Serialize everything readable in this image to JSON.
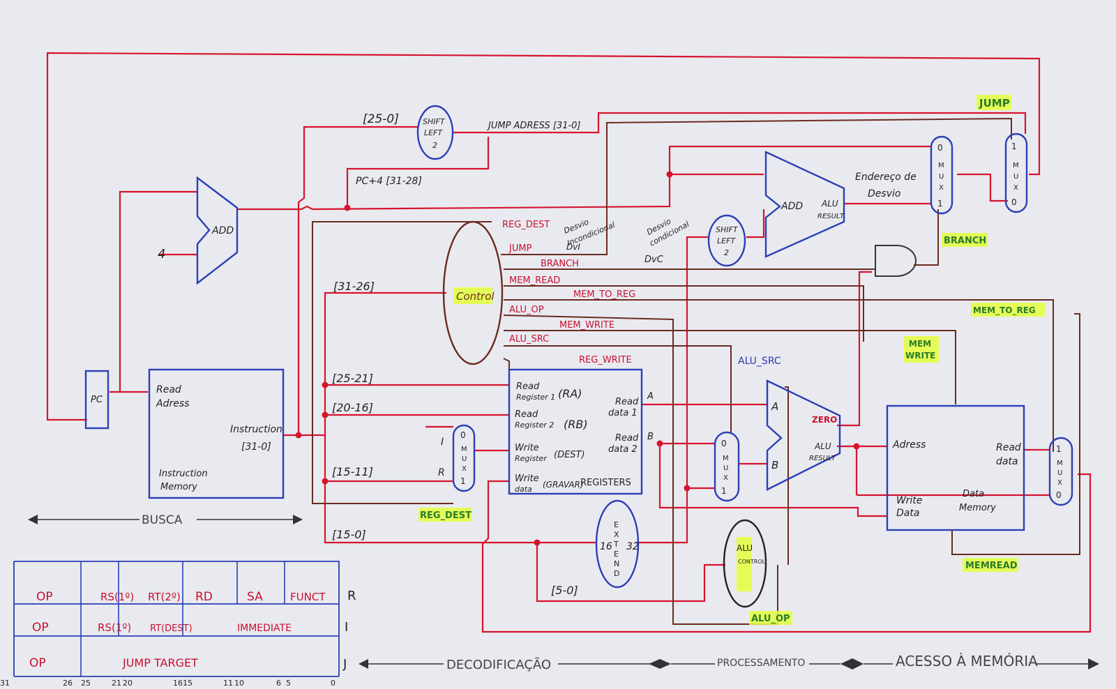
{
  "labels": {
    "jump_top": "JUMP",
    "shift_a": [
      "SHIFT",
      "LEFT",
      "2"
    ],
    "bits_25_0": "[25-0]",
    "jump_address": "JUMP ADRESS [31-0]",
    "pc4": "PC+4 [31-28]",
    "add_small": "ADD",
    "four": "4",
    "reg_dest_sig": "REG_DEST",
    "jump_sig": "JUMP",
    "branch_sig": "BRANCH",
    "mem_read_sig": "MEM_READ",
    "mem_to_reg_sig": "MEM_TO_REG",
    "alu_op_sig": "ALU_OP",
    "mem_write_sig": "MEM_WRITE",
    "alu_src_sig": "ALU_SRC",
    "reg_write_sig": "REG_WRITE",
    "control": "Control",
    "note_incond_1": "Desvio",
    "note_incond_2": "Incondicional",
    "note_dvi": "DvI",
    "note_cond_1": "Desvio",
    "note_cond_2": "condicional",
    "note_dvc": "DvC",
    "shift_b": [
      "SHIFT",
      "LEFT",
      "2"
    ],
    "add_big": "ADD",
    "alu_result": [
      "ALU",
      "RESULT"
    ],
    "endereco_1": "Endereço de",
    "endereco_2": "Desvio",
    "mux_word": [
      "M",
      "U",
      "X"
    ],
    "branch_lbl": "BRANCH",
    "mem_to_reg_lbl": "MEM_TO_REG",
    "mem_write_lbl": [
      "MEM",
      "WRITE"
    ],
    "alu_src_lbl": "ALU_SRC",
    "bits_31_26": "[31-26]",
    "bits_25_21": "[25-21]",
    "bits_20_16": "[20-16]",
    "bits_15_11": "[15-11]",
    "bits_15_0": "[15-0]",
    "bits_5_0": "[5-0]",
    "pc": "PC",
    "read_address": [
      "Read",
      "Adress"
    ],
    "instruction": [
      "Instruction",
      "[31-0]"
    ],
    "instruction_memory": [
      "Instruction",
      "Memory"
    ],
    "rr1": [
      "Read",
      "Register 1",
      "(RA)"
    ],
    "rr2": [
      "Read",
      "Register 2",
      "(RB)"
    ],
    "wr": [
      "Write",
      "Register",
      "(DEST)"
    ],
    "wd": [
      "Write",
      "data",
      "(GRAVAR)"
    ],
    "rd1": [
      "Read",
      "data 1"
    ],
    "rd2": [
      "Read",
      "data 2"
    ],
    "registers": "REGISTERS",
    "mux_i": "I",
    "mux_r": "R",
    "reg_dest_lbl": "REG_DEST",
    "a": "A",
    "b": "B",
    "zero": "ZERO",
    "alu_result2": [
      "ALU",
      "RESULT"
    ],
    "extend": [
      "E",
      "X",
      "T",
      "E",
      "N",
      "D"
    ],
    "sixteen": "16",
    "thirtytwo": "32",
    "alu_control": [
      "ALU",
      "CONTROL"
    ],
    "alu_op_lbl": "ALU_OP",
    "adress": "Adress",
    "read_data": [
      "Read",
      "data"
    ],
    "write_data": [
      "Write",
      "Data"
    ],
    "data_memory": [
      "Data",
      "Memory"
    ],
    "memread_lbl": "MEMREAD",
    "busca": "BUSCA",
    "decodificacao": "DECODIFICAÇÃO",
    "processamento": "PROCESSAMENTO",
    "acesso": "ACESSO À MEMÓRIA",
    "mux_num": {
      "zero": "0",
      "one": "1"
    }
  },
  "formats": {
    "r": {
      "fields": [
        "OP",
        "RS(1º)",
        "RT(2º)",
        "RD",
        "SA",
        "FUNCT"
      ],
      "tag": "R"
    },
    "i": {
      "fields": [
        "OP",
        "RS(1º)",
        "RT(DEST)",
        "IMMEDIATE"
      ],
      "tag": "I"
    },
    "j": {
      "fields": [
        "OP",
        "JUMP TARGET"
      ],
      "tag": "J"
    },
    "bits": [
      "31",
      "26",
      "25",
      "21",
      "20",
      "16",
      "15",
      "11",
      "10",
      "6",
      "5",
      "0"
    ]
  },
  "colors": {
    "wire": "#d6142c",
    "signal": "#6b2b1f",
    "block": "#2b3fb5",
    "highlight": "#e4ff3c"
  }
}
